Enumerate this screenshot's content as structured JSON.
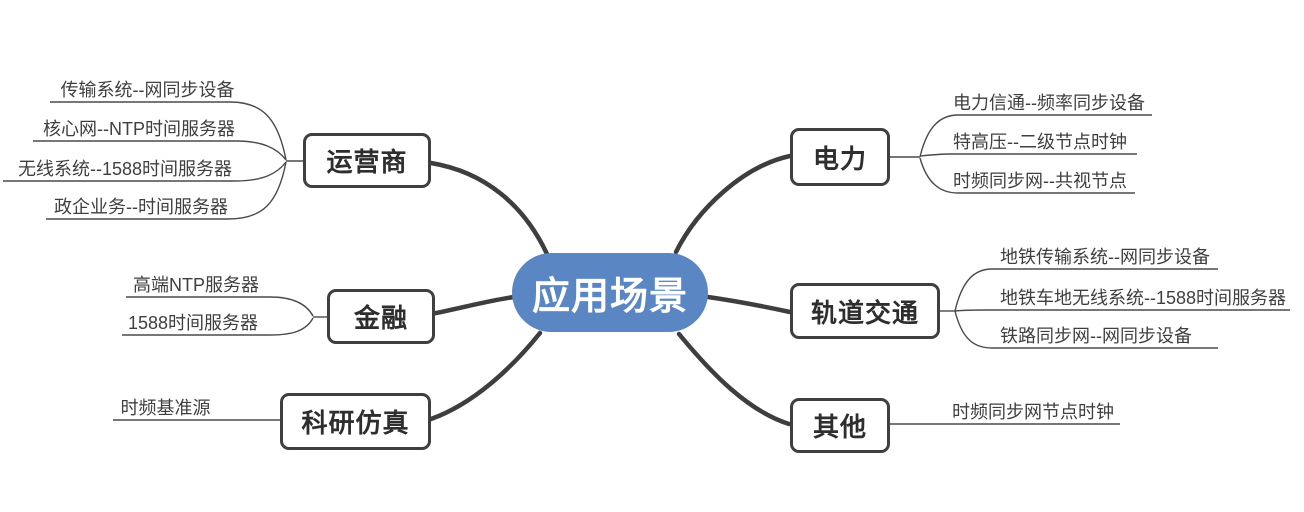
{
  "diagram": {
    "title": "应用场景",
    "colors": {
      "center_fill": "#5B86C4",
      "center_text": "#FFFFFF",
      "line": "#3E3E3E",
      "box_border": "#3F3F3F",
      "box_text": "#2E2E2E",
      "leaf_text": "#3F3F3F"
    },
    "branches": [
      {
        "label": "运营商",
        "side": "left",
        "leaves": [
          "传输系统--网同步设备",
          "核心网--NTP时间服务器",
          "无线系统--1588时间服务器",
          "政企业务--时间服务器"
        ]
      },
      {
        "label": "金融",
        "side": "left",
        "leaves": [
          "高端NTP服务器",
          "1588时间服务器"
        ]
      },
      {
        "label": "科研仿真",
        "side": "left",
        "leaves": [
          "时频基准源"
        ]
      },
      {
        "label": "电力",
        "side": "right",
        "leaves": [
          "电力信通--频率同步设备",
          "特高压--二级节点时钟",
          "时频同步网--共视节点"
        ]
      },
      {
        "label": "轨道交通",
        "side": "right",
        "leaves": [
          "地铁传输系统--网同步设备",
          "地铁车地无线系统--1588时间服务器",
          "铁路同步网--网同步设备"
        ]
      },
      {
        "label": "其他",
        "side": "right",
        "leaves": [
          "时频同步网节点时钟"
        ]
      }
    ]
  }
}
